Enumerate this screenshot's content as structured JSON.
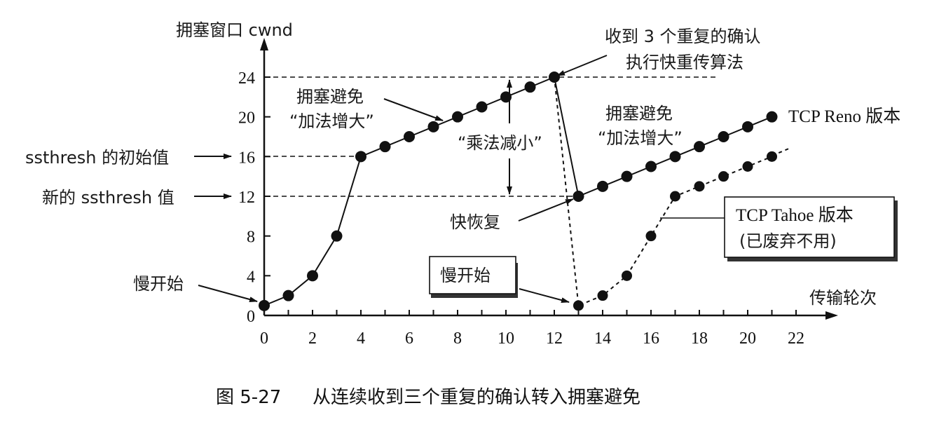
{
  "chart_data": {
    "type": "line",
    "title": "图 5-27  从连续收到三个重复的确认转入拥塞避免",
    "caption_number": "图 5-27",
    "caption_text": "从连续收到三个重复的确认转入拥塞避免",
    "xlabel": "传输轮次",
    "ylabel": "拥塞窗口 cwnd",
    "xlim": [
      0,
      22
    ],
    "ylim": [
      0,
      24
    ],
    "x_ticks": [
      0,
      2,
      4,
      6,
      8,
      10,
      12,
      14,
      16,
      18,
      20,
      22
    ],
    "y_ticks": [
      0,
      4,
      8,
      12,
      16,
      20,
      24
    ],
    "grid": false,
    "reference_lines": [
      {
        "y": 24,
        "style": "dashed"
      },
      {
        "y": 16,
        "style": "dashed",
        "label": "ssthresh 的初始值"
      },
      {
        "y": 12,
        "style": "dashed",
        "label": "新的 ssthresh 值"
      }
    ],
    "series": [
      {
        "name": "TCP Reno 版本",
        "style": "solid",
        "x": [
          0,
          1,
          2,
          3,
          4,
          5,
          6,
          7,
          8,
          9,
          10,
          11,
          12,
          13,
          14,
          15,
          16,
          17,
          18,
          19,
          20,
          21
        ],
        "values": [
          1,
          2,
          4,
          8,
          16,
          17,
          18,
          19,
          20,
          21,
          22,
          23,
          24,
          12,
          13,
          14,
          15,
          16,
          17,
          18,
          19,
          20
        ]
      },
      {
        "name": "TCP Tahoe 版本 (已废弃不用)",
        "style": "dashed",
        "x": [
          12,
          13,
          14,
          15,
          16,
          17,
          18,
          19,
          20,
          21
        ],
        "values": [
          24,
          1,
          2,
          4,
          8,
          12,
          13,
          14,
          15,
          16
        ]
      }
    ],
    "annotations": [
      {
        "text": "慢开始",
        "x": 0,
        "y": 1
      },
      {
        "text": "拥塞避免 “加法增大”",
        "x": 7.5,
        "y": 19.5
      },
      {
        "text": "“乘法减小”",
        "x": 10.5,
        "y": 18
      },
      {
        "text": "收到 3 个重复的确认 执行快重传算法",
        "x": 12,
        "y": 24
      },
      {
        "text": "拥塞避免 “加法增大”",
        "x": 17,
        "y": 20
      },
      {
        "text": "快恢复",
        "x": 13,
        "y": 12
      },
      {
        "text": "慢开始",
        "x": 13,
        "y": 1,
        "boxed": true
      },
      {
        "text": "TCP Reno 版本",
        "x": 21,
        "y": 20
      },
      {
        "text": "TCP Tahoe 版本 (已废弃不用)",
        "x": 16.5,
        "y": 10,
        "boxed": true
      }
    ]
  },
  "labels": {
    "y_axis_title": "拥塞窗口 cwnd",
    "x_axis_title": "传输轮次",
    "ssthresh_initial": "ssthresh 的初始值",
    "ssthresh_new": "新的 ssthresh 值",
    "slow_start_left": "慢开始",
    "slow_start_boxed": "慢开始",
    "ca1_line1": "拥塞避免",
    "ca1_line2": "“加法增大”",
    "ca2_line1": "拥塞避免",
    "ca2_line2": "“加法增大”",
    "mult_decrease": "“乘法减小”",
    "dup_ack_line1": "收到 3 个重复的确认",
    "dup_ack_line2": "执行快重传算法",
    "fast_recovery": "快恢复",
    "reno": "TCP Reno 版本",
    "tahoe_line1": "TCP Tahoe 版本",
    "tahoe_line2": "(已废弃不用)"
  },
  "caption": {
    "number": "图 5-27",
    "text": "从连续收到三个重复的确认转入拥塞避免"
  },
  "colors": {
    "ink": "#111111",
    "background": "#ffffff"
  }
}
